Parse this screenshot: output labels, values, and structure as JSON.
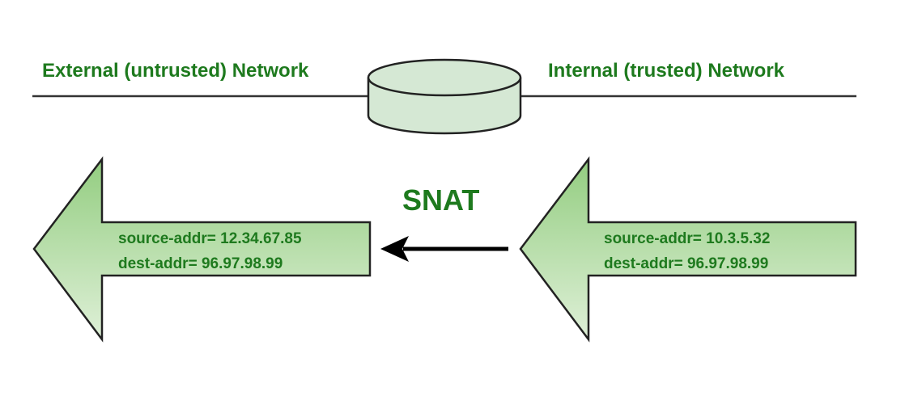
{
  "networks": {
    "external_label": "External (untrusted) Network",
    "internal_label": "Internal (trusted) Network"
  },
  "translation": {
    "label": "SNAT"
  },
  "packets": {
    "outgoing": {
      "source": "source-addr= 12.34.67.85",
      "dest": "dest-addr= 96.97.98.99"
    },
    "incoming": {
      "source": "source-addr= 10.3.5.32",
      "dest": "dest-addr= 96.97.98.99"
    }
  },
  "colors": {
    "text_green": "#1e7a1e",
    "arrow_fill_light": "#dff0d8",
    "arrow_fill_dark": "#93cd80",
    "router_fill": "#d5e8d4",
    "stroke": "#222222"
  }
}
